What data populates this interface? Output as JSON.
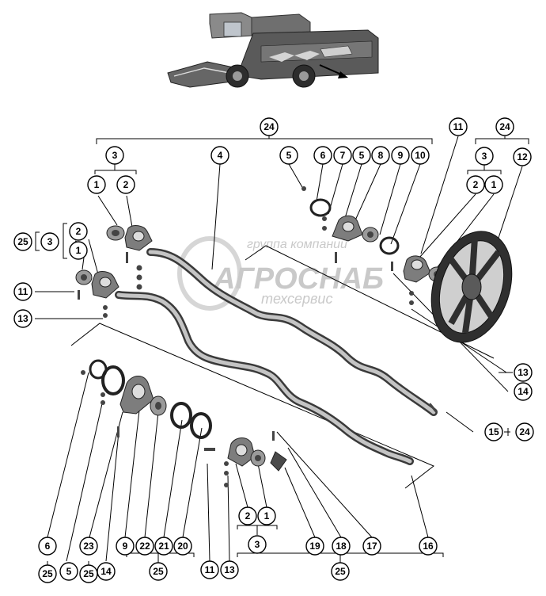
{
  "watermark": {
    "line1": "группа компаний",
    "line2": "АГРОСНАБ",
    "line3": "техсервис"
  },
  "callouts": {
    "c24_top": "24",
    "c24_right": "24",
    "c24_15": "24",
    "c3_left": "3",
    "c3_right": "3",
    "c3_mid": "3",
    "c3_bottom": "3",
    "c1_a": "1",
    "c2_a": "2",
    "c4": "4",
    "c5_a": "5",
    "c6_a": "6",
    "c7": "7",
    "c5_b": "5",
    "c8": "8",
    "c9_a": "9",
    "c10": "10",
    "c11_top": "11",
    "c12": "12",
    "c2_b": "2",
    "c1_b": "1",
    "c25_left": "25",
    "c2_c": "2",
    "c1_c": "1",
    "c11_left": "11",
    "c13_left": "13",
    "c13_right": "13",
    "c14_right": "14",
    "c15": "15",
    "c2_d": "2",
    "c1_d": "1",
    "c6_b": "6",
    "c23": "23",
    "c9_b": "9",
    "c22": "22",
    "c21": "21",
    "c20": "20",
    "c19": "19",
    "c18": "18",
    "c17": "17",
    "c16": "16",
    "c25_b1": "25",
    "c5_c": "5",
    "c25_b2": "25",
    "c14_b": "14",
    "c25_b3": "25",
    "c11_b": "11",
    "c13_b": "13",
    "c25_b4": "25"
  }
}
